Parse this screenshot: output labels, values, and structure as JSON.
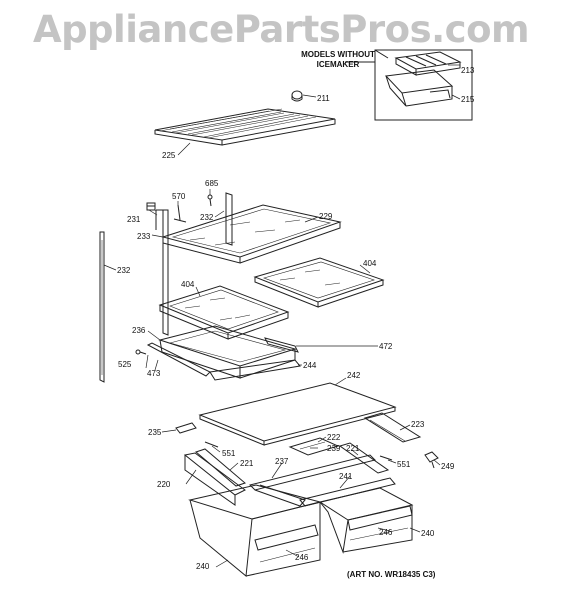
{
  "watermark": "AppliancePartsPros.com",
  "inset": {
    "title_line1": "MODELS WITHOUT",
    "title_line2": "ICEMAKER"
  },
  "art_number": "(ART NO. WR18435 C3)",
  "callouts": [
    {
      "id": "c213",
      "text": "213"
    },
    {
      "id": "c215",
      "text": "215"
    },
    {
      "id": "c211",
      "text": "211"
    },
    {
      "id": "c225",
      "text": "225"
    },
    {
      "id": "c685",
      "text": "685"
    },
    {
      "id": "c570",
      "text": "570"
    },
    {
      "id": "c231",
      "text": "231"
    },
    {
      "id": "c232a",
      "text": "232"
    },
    {
      "id": "c229",
      "text": "229"
    },
    {
      "id": "c233",
      "text": "233"
    },
    {
      "id": "c232b",
      "text": "232"
    },
    {
      "id": "c404a",
      "text": "404"
    },
    {
      "id": "c404b",
      "text": "404"
    },
    {
      "id": "c236",
      "text": "236"
    },
    {
      "id": "c472",
      "text": "472"
    },
    {
      "id": "c525",
      "text": "525"
    },
    {
      "id": "c473",
      "text": "473"
    },
    {
      "id": "c244",
      "text": "244"
    },
    {
      "id": "c242",
      "text": "242"
    },
    {
      "id": "c235",
      "text": "235"
    },
    {
      "id": "c223",
      "text": "223"
    },
    {
      "id": "c222",
      "text": "222"
    },
    {
      "id": "c239",
      "text": "239"
    },
    {
      "id": "c551a",
      "text": "551"
    },
    {
      "id": "c221a",
      "text": "221"
    },
    {
      "id": "c237",
      "text": "237"
    },
    {
      "id": "c221b",
      "text": "221"
    },
    {
      "id": "c551b",
      "text": "551"
    },
    {
      "id": "c249",
      "text": "249"
    },
    {
      "id": "c220",
      "text": "220"
    },
    {
      "id": "c241",
      "text": "241"
    },
    {
      "id": "c246a",
      "text": "246"
    },
    {
      "id": "c240a",
      "text": "240"
    },
    {
      "id": "c246b",
      "text": "246"
    },
    {
      "id": "c240b",
      "text": "240"
    }
  ]
}
